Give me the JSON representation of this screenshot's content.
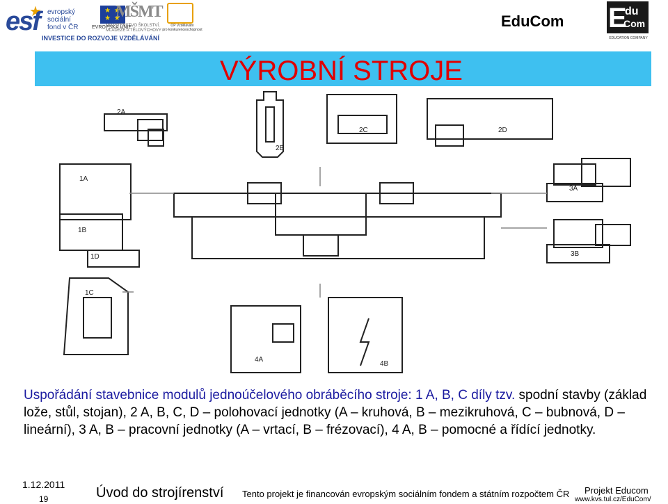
{
  "header": {
    "esf_text": "evropský\nsociální\nfond v ČR",
    "eu_label": "EVROPSKÁ UNIE",
    "msmt_text": "MINISTERSTVO ŠKOLSTVÍ,\nMLÁDEŽE A TĚLOVÝCHOVY",
    "opvk_text": "OP Vzdělávání\npro konkurenceschopnost",
    "investment": "INVESTICE DO ROZVOJE VZDĚLÁVÁNÍ",
    "brand": "EduCom",
    "logo_caption": "EDUCATION COMPANY",
    "title_bar_color": "#3ec0f0"
  },
  "slide": {
    "title": "VÝROBNÍ STROJE",
    "title_color": "#e00000"
  },
  "diagram": {
    "labels": [
      "2A",
      "2B",
      "2C",
      "2D",
      "1A",
      "1B",
      "1D",
      "1C",
      "3A",
      "3B",
      "4A",
      "4B"
    ]
  },
  "caption": {
    "highlight": "Uspořádání stavebnice modulů jednoúčelového obráběcího stroje: 1 A, B, C díly tzv.",
    "rest": " spodní stavby (základ lože, stůl, stojan), 2 A, B, C, D – polohovací jednotky (A – kruhová, B – mezikruhová, C – bubnová, D – lineární), 3 A, B – pracovní jednotky (A – vrtací, B – frézovací), 4 A, B – pomocné a řídící jednotky.",
    "highlight_color": "#1a1aa0"
  },
  "footer": {
    "date": "1.12.2011",
    "page": "19",
    "course": "Úvod do strojírenství",
    "note": "Tento projekt je financován evropským sociálním fondem a státním rozpočtem ČR",
    "project": "Projekt Educom",
    "url": "www.kvs.tul.cz/EduCom/"
  }
}
